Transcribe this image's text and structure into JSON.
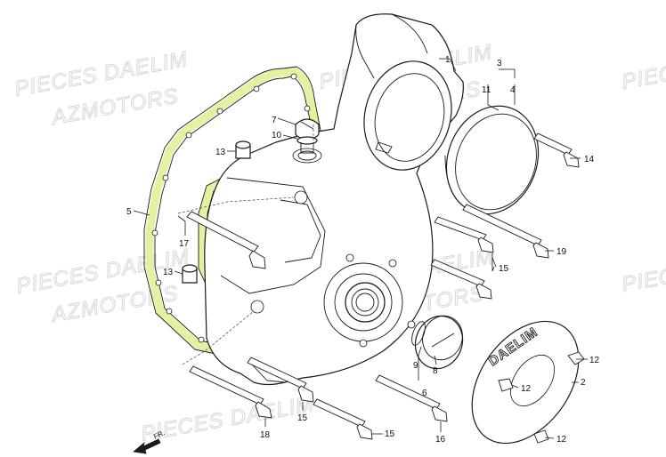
{
  "watermark": {
    "line1": "PIECES DAELIM",
    "line2": "AZMOTORS"
  },
  "logo_text": "DAELIM",
  "direction_label": "FR.",
  "callouts": {
    "c1": "1",
    "c2": "2",
    "c3": "3",
    "c4": "4",
    "c5": "5",
    "c6": "6",
    "c7": "7",
    "c8": "8",
    "c9": "9",
    "c10": "10",
    "c11": "11",
    "c12a": "12",
    "c12b": "12",
    "c12c": "12",
    "c13a": "13",
    "c13b": "13",
    "c14": "14",
    "c15a": "15",
    "c15b": "15",
    "c15c": "15",
    "c16": "16",
    "c17": "17",
    "c18": "18",
    "c19": "19"
  },
  "colors": {
    "gasket": "#e7f0a0",
    "line": "#1a1a1a",
    "watermark": "#d7d7d7"
  }
}
